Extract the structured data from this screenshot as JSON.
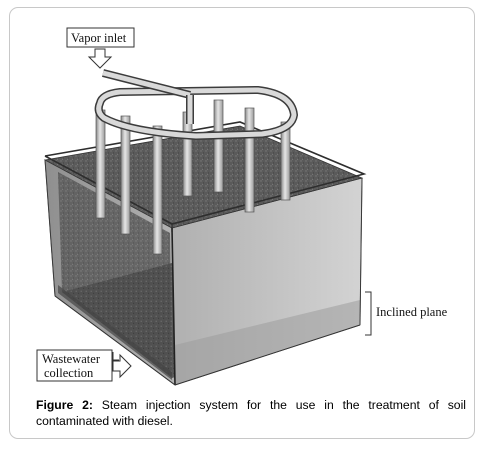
{
  "figure": {
    "labels": {
      "vapor_inlet": "Vapor inlet",
      "inclined_plane": "Inclined plane",
      "wastewater_line1": "Wastewater",
      "wastewater_line2": "collection"
    },
    "caption": {
      "label": "Figure 2:",
      "text": "Steam injection system for the use in the treatment of soil contaminated with diesel."
    },
    "colors": {
      "soil_dark": "#5f5f5f",
      "soil_light": "#8a8a8a",
      "glass_wall": "#9a9a9a",
      "pipe": "#c4c4c4",
      "frame_border": "#c8c8c8"
    }
  }
}
